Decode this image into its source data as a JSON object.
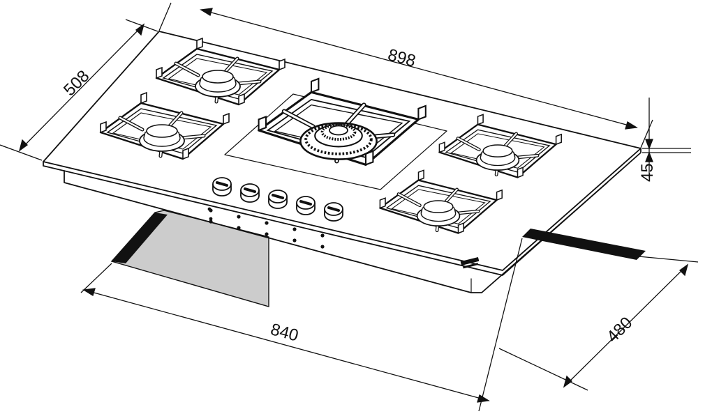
{
  "dimensions": {
    "width_top": "898",
    "depth_top": "508",
    "height": "45",
    "cutout_width": "840",
    "cutout_depth": "480"
  },
  "colors": {
    "line": "#111111",
    "cutout_fill": "#cccccc",
    "cutout_edge": "#111111"
  },
  "burners": [
    {
      "id": "rear-left",
      "type": "standard"
    },
    {
      "id": "front-left",
      "type": "standard"
    },
    {
      "id": "center",
      "type": "wok"
    },
    {
      "id": "rear-right",
      "type": "standard"
    },
    {
      "id": "front-right",
      "type": "standard"
    }
  ],
  "knobs": [
    1,
    2,
    3,
    4,
    5
  ]
}
